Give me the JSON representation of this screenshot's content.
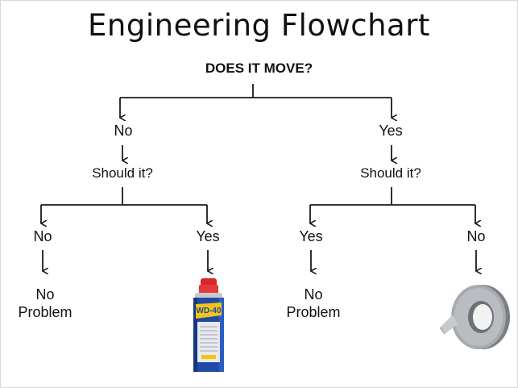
{
  "title": "Engineering Flowchart",
  "question": "DOES IT MOVE?",
  "branches": {
    "left": {
      "label": "No",
      "followup": "Should it?",
      "no": {
        "label": "No",
        "outcome_line1": "No",
        "outcome_line2": "Problem"
      },
      "yes": {
        "label": "Yes",
        "outcome_image": "wd40-can",
        "can_text": "WD-40"
      }
    },
    "right": {
      "label": "Yes",
      "followup": "Should it?",
      "yes": {
        "label": "Yes",
        "outcome_line1": "No",
        "outcome_line2": "Problem"
      },
      "no": {
        "label": "No",
        "outcome_image": "duct-tape-roll"
      }
    }
  },
  "colors": {
    "line": "#1a1a1a",
    "can_blue": "#1f4aa8",
    "can_yellow": "#f3c316",
    "can_red": "#d8242a",
    "tape": "#9a9da2"
  }
}
